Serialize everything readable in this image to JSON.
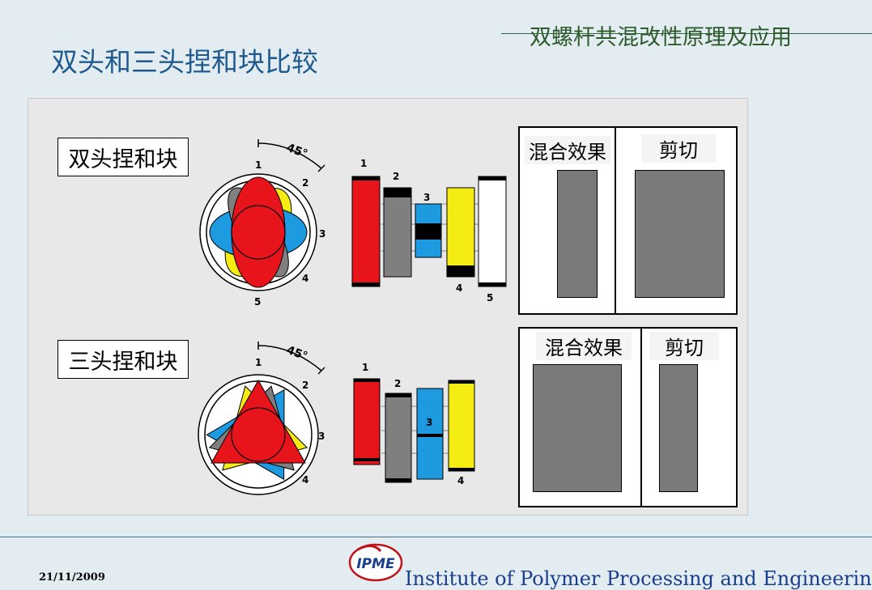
{
  "header": {
    "title": "双螺杆共混改性原理及应用"
  },
  "slide": {
    "title": "双头和三头捏和块比较"
  },
  "two_lobe": {
    "label": "双头捏和块",
    "angle": "45°",
    "disc_numbers": [
      "1",
      "2",
      "3",
      "4",
      "5"
    ],
    "compare": {
      "mixing": "混合效果",
      "shear": "剪切"
    }
  },
  "three_lobe": {
    "label": "三头捏和块",
    "angle": "45°",
    "disc_numbers": [
      "1",
      "2",
      "3",
      "4"
    ],
    "compare": {
      "mixing": "混合效果",
      "shear": "剪切"
    }
  },
  "footer": {
    "date": "21/11/2009",
    "institute": "Institute of Polymer Processing and Engineering",
    "logo_text": "IPME"
  },
  "colors": {
    "red": "#e8141b",
    "gray": "#7f7f7f",
    "blue": "#1e9be0",
    "yellow": "#f5ec14",
    "white": "#ffffff",
    "black": "#000000"
  }
}
